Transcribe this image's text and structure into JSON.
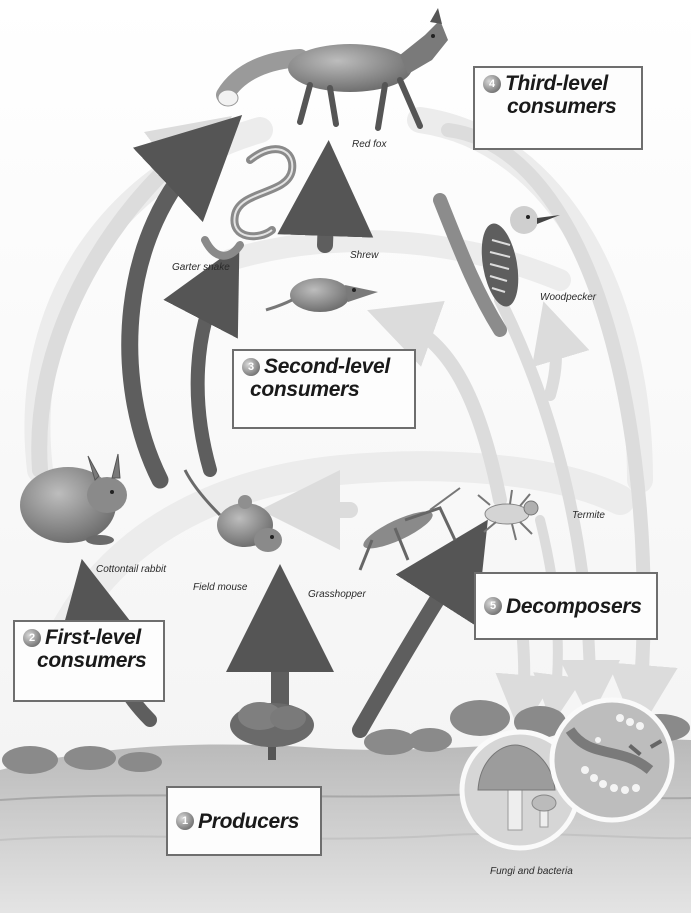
{
  "levels": {
    "producers": {
      "number": "1",
      "title": "Producers"
    },
    "first": {
      "number": "2",
      "title_line1": "First-level",
      "title_line2": "consumers"
    },
    "second": {
      "number": "3",
      "title_line1": "Second-level",
      "title_line2": "consumers"
    },
    "third": {
      "number": "4",
      "title_line1": "Third-level",
      "title_line2": "consumers"
    },
    "decomposers": {
      "number": "5",
      "title": "Decomposers"
    }
  },
  "organisms": {
    "red_fox": "Red fox",
    "garter_snake": "Garter snake",
    "shrew": "Shrew",
    "woodpecker": "Woodpecker",
    "cottontail_rabbit": "Cottontail rabbit",
    "field_mouse": "Field mouse",
    "grasshopper": "Grasshopper",
    "termite": "Termite",
    "fungi_bacteria": "Fungi and bacteria"
  },
  "colors": {
    "arrow_dark": "#5c5c5c",
    "arrow_light": "#d9d9d9",
    "box_border": "#6e6e6e"
  }
}
